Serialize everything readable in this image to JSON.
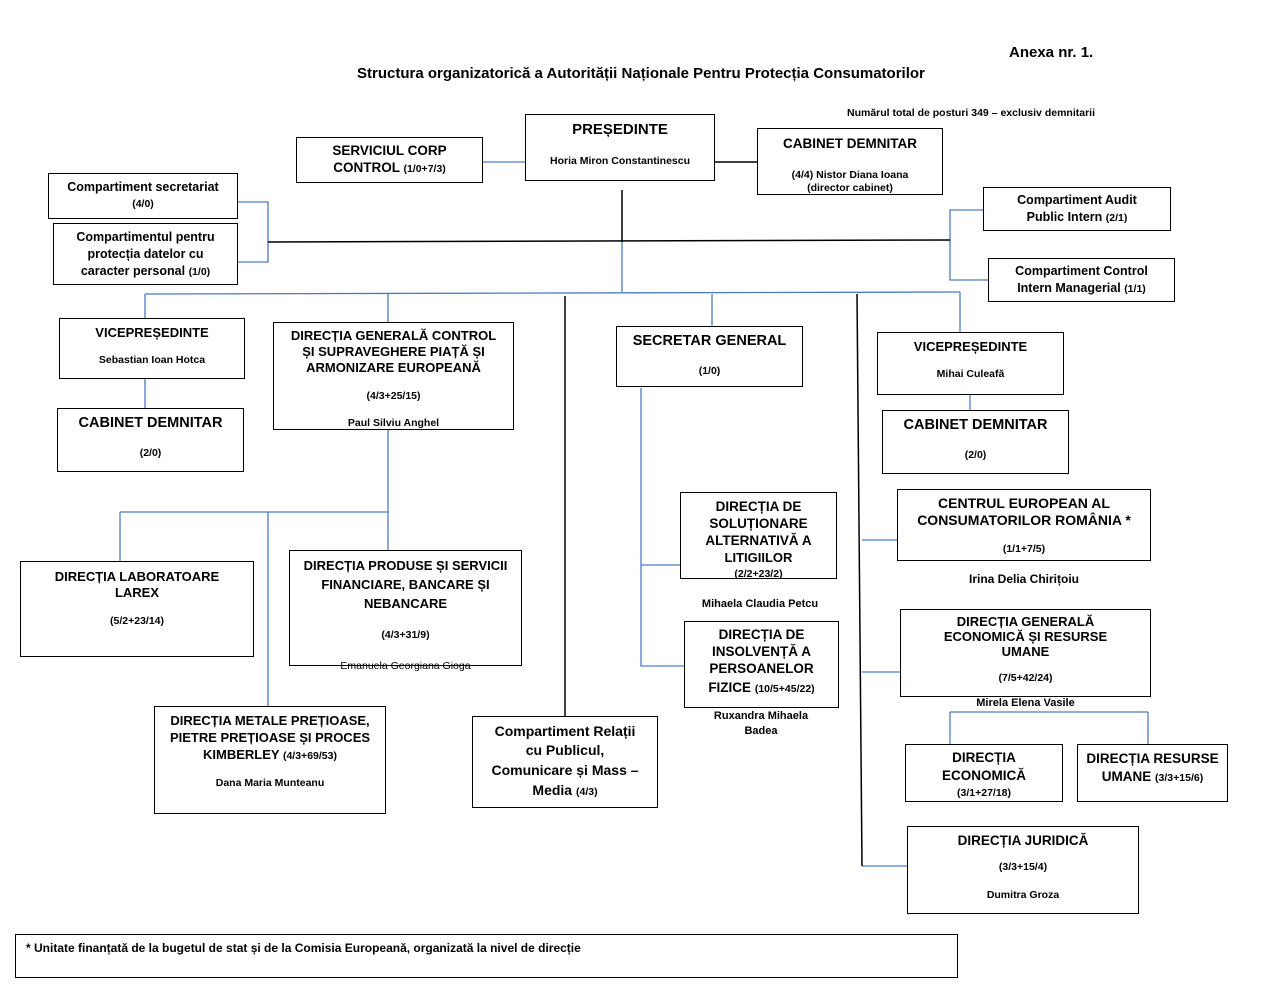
{
  "header": {
    "annex": "Anexa nr. 1.",
    "title": "Structura organizatorică a Autorității Naționale Pentru Protecția Consumatorilor",
    "total_posts": "Numărul total de posturi 349 – exclusiv demnitarii"
  },
  "president": {
    "title": "PREȘEDINTE",
    "name": "Horia Miron Constantinescu"
  },
  "corp_control": {
    "line1": "SERVICIUL CORP",
    "line2": "CONTROL",
    "count": "(1/0+7/3)"
  },
  "cabinet_pres": {
    "title": "CABINET DEMNITAR",
    "count_name": "(4/4) Nistor Diana Ioana",
    "role": "(director cabinet)"
  },
  "secretariat": {
    "title": "Compartiment secretariat",
    "count": "(4/0)"
  },
  "data_protection": {
    "line1": "Compartimentul pentru",
    "line2": "protecția datelor cu",
    "line3": "caracter personal",
    "count": "(1/0)"
  },
  "audit": {
    "line1": "Compartiment Audit",
    "line2": "Public Intern",
    "count": "(2/1)"
  },
  "internal_control": {
    "line1": "Compartiment Control",
    "line2": "Intern  Managerial",
    "count": "(1/1)"
  },
  "vp1": {
    "title": "VICEPREȘEDINTE",
    "name": "Sebastian Ioan Hotca"
  },
  "cabinet_vp1": {
    "title": "CABINET DEMNITAR",
    "count": "(2/0)"
  },
  "dg_control": {
    "line1": "DIRECȚIA GENERALĂ CONTROL",
    "line2": "ȘI SUPRAVEGHERE PIAȚĂ ȘI",
    "line3": "ARMONIZARE EUROPEANĂ",
    "count": "(4/3+25/15)",
    "name": "Paul Silviu Anghel"
  },
  "secretary_general": {
    "title": "SECRETAR GENERAL",
    "count": "(1/0)"
  },
  "vp2": {
    "title": "VICEPREȘEDINTE",
    "name": "Mihai Culeafă"
  },
  "cabinet_vp2": {
    "title": "CABINET DEMNITAR",
    "count": "(2/0)"
  },
  "larex": {
    "line1": "DIRECȚIA LABORATOARE",
    "line2": "LAREX",
    "count": "(5/2+23/14)"
  },
  "financial": {
    "line1": "DIRECȚIA PRODUSE ȘI SERVICII",
    "line2": "FINANCIARE, BANCARE ȘI",
    "line3": "NEBANCARE",
    "count": "(4/3+31/9)",
    "name": "Emanuela Georgiana Gioga"
  },
  "metals": {
    "line1": "DIRECȚIA METALE PREȚIOASE,",
    "line2": "PIETRE PREȚIOASE ȘI PROCES",
    "line3": "KIMBERLEY",
    "count": "(4/3+69/53)",
    "name": "Dana Maria Munteanu"
  },
  "public_relations": {
    "line1": "Compartiment Relații",
    "line2": "cu Publicul,",
    "line3": "Comunicare și Mass –",
    "line4": "Media",
    "count": "(4/3)"
  },
  "adr": {
    "line1": "DIRECȚIA DE",
    "line2": "SOLUȚIONARE",
    "line3": "ALTERNATIVĂ A",
    "line4": "LITIGIILOR",
    "count": "(2/2+23/2)",
    "name": "Mihaela Claudia Petcu"
  },
  "insolvency": {
    "line1": "DIRECȚIA DE",
    "line2": "INSOLVENȚĂ A",
    "line3": "PERSOANELOR",
    "line4": "FIZICE",
    "count": "(10/5+45/22)",
    "name1": "Ruxandra Mihaela",
    "name2": "Badea"
  },
  "ecc": {
    "line1": "CENTRUL EUROPEAN AL",
    "line2": "CONSUMATORILOR ROMÂNIA *",
    "count": "(1/1+7/5)",
    "name": "Irina Delia Chirițoiu"
  },
  "dg_economic": {
    "line1": "DIRECȚIA GENERALĂ",
    "line2": "ECONOMICĂ ȘI RESURSE",
    "line3": "UMANE",
    "count": "(7/5+42/24)",
    "name": "Mirela Elena Vasile"
  },
  "economic": {
    "line1": "DIRECȚIA",
    "line2": "ECONOMICĂ",
    "count": "(3/1+27/18)"
  },
  "hr": {
    "line1": "DIRECȚIA RESURSE",
    "line2": "UMANE",
    "count": "(3/3+15/6)"
  },
  "legal": {
    "title": "DIRECȚIA JURIDICĂ",
    "count": "(3/3+15/4)",
    "name": "Dumitra Groza"
  },
  "footnote": "* Unitate finanțată de la bugetul de stat și de la Comisia Europeană, organizată la nivel de direcție",
  "colors": {
    "line_black": "#000000",
    "line_blue": "#4a7ac8",
    "box_border": "#000000"
  }
}
